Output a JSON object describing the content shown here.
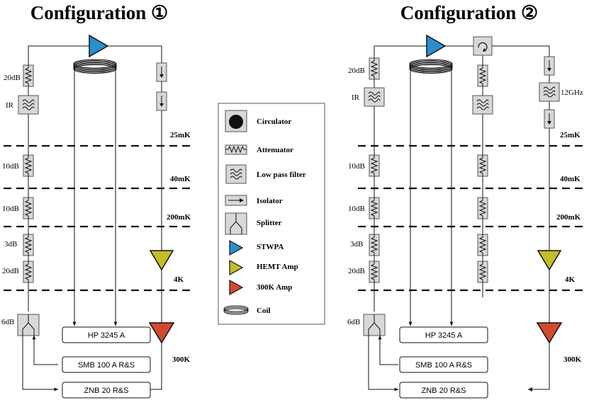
{
  "config1": {
    "title": "Configuration ①",
    "labels": {
      "att_top": "20dB",
      "filter": "IR",
      "att_25": "10dB",
      "att_40": "10dB",
      "att_200a": "3dB",
      "att_200b": "20dB",
      "splitter": "6dB"
    },
    "boxes": {
      "hp": "HP 3245 A",
      "smb": "SMB 100 A R&S",
      "znb": "ZNB 20 R&S"
    }
  },
  "config2": {
    "title": "Configuration ②",
    "labels": {
      "att_top": "20dB",
      "filter": "IR",
      "filter_out": "12GHz",
      "att_25": "10dB",
      "att_40": "10dB",
      "att_200a": "3dB",
      "att_200b": "20dB",
      "splitter": "6dB"
    },
    "boxes": {
      "hp": "HP 3245 A",
      "smb": "SMB 100 A R&S",
      "znb": "ZNB 20 R&S"
    }
  },
  "stages": {
    "t25": "25mK",
    "t40": "40mK",
    "t200": "200mK",
    "t4": "4K",
    "t300": "300K"
  },
  "legend": {
    "circulator": "Circulator",
    "attenuator": "Attenuator",
    "lowpass": "Low pass filter",
    "isolator": "Isolator",
    "splitter": "Splitter",
    "stwpa": "STWPA",
    "hemt": "HEMT Amp",
    "amp300": "300K Amp",
    "coil": "Coil"
  },
  "colors": {
    "stwpa": "#2a8fcc",
    "hemt": "#c4bd2a",
    "amp300": "#d14a2e",
    "component": "#d8d8d8"
  }
}
